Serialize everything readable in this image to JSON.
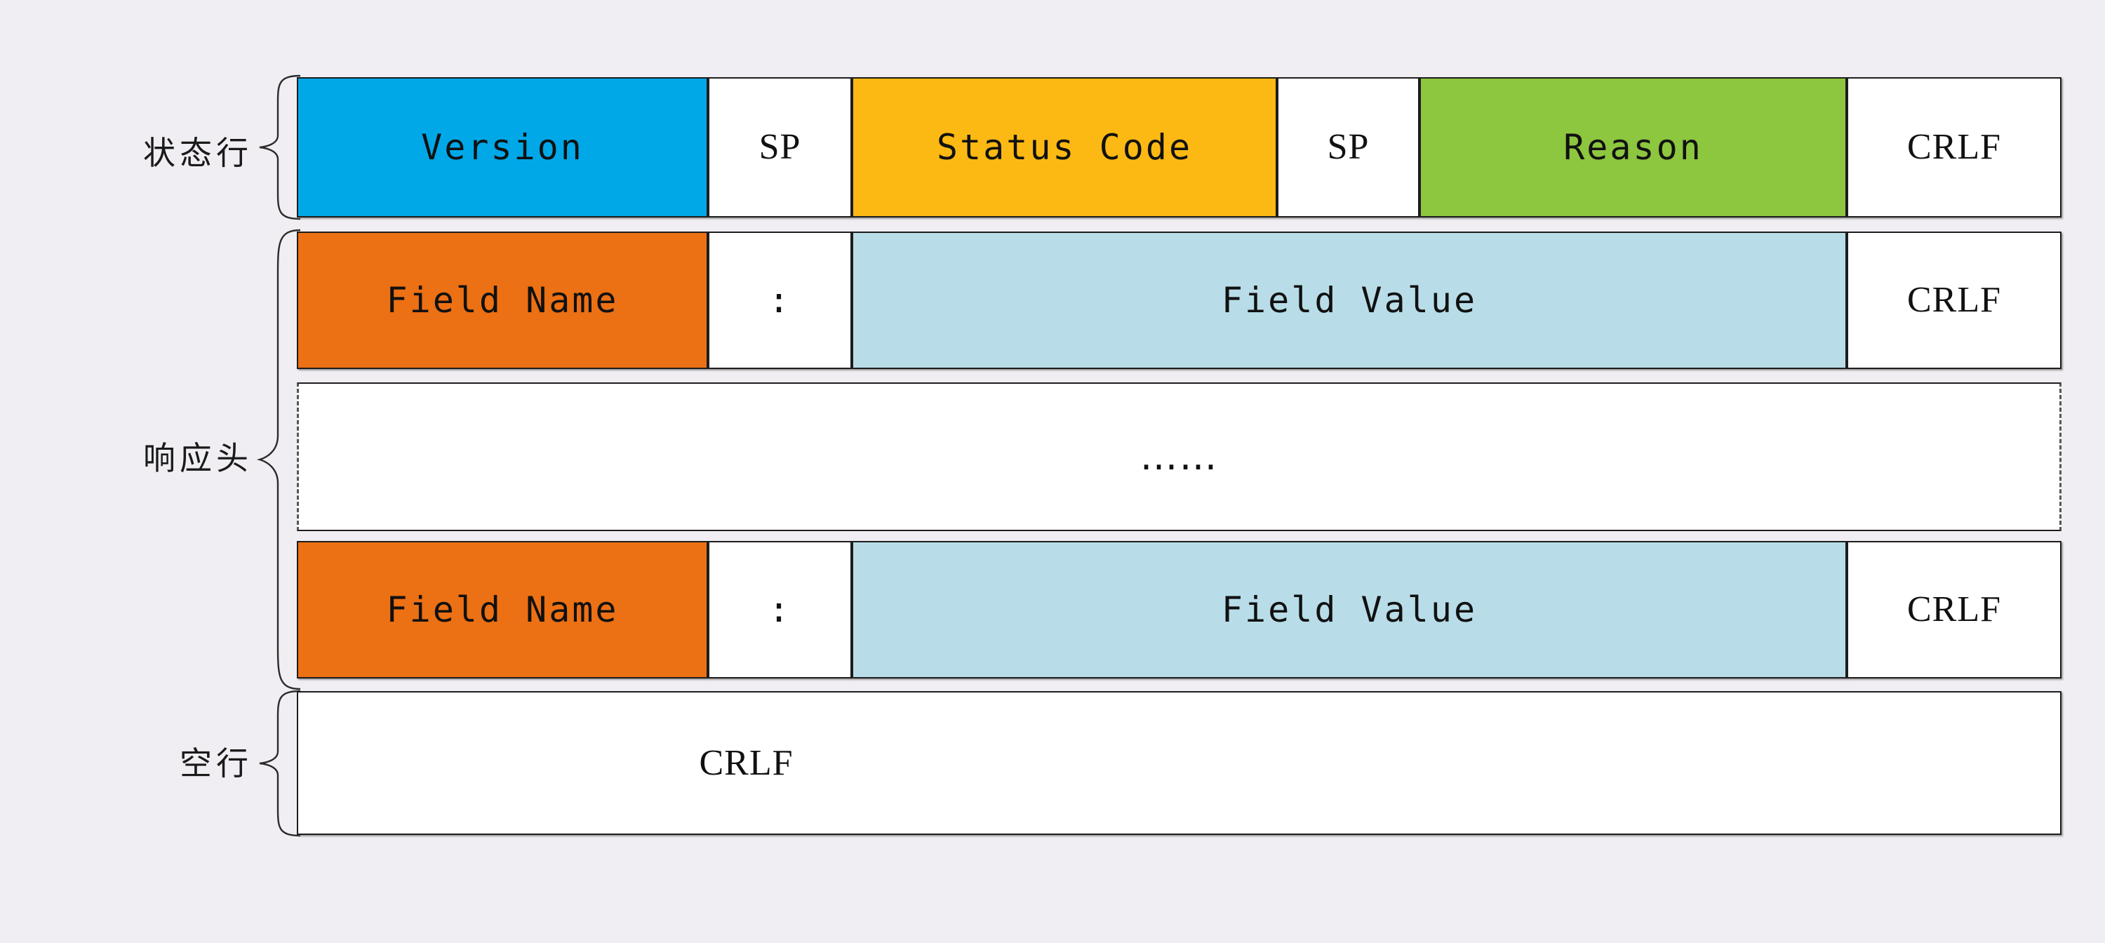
{
  "diagram": {
    "title": "HTTP Response Message Structure",
    "background_color": "#f0eef2"
  },
  "labels": [
    {
      "id": "status-line",
      "text": "状态行"
    },
    {
      "id": "response-headers",
      "text": "响应头"
    },
    {
      "id": "blank-line",
      "text": "空行"
    }
  ],
  "colors": {
    "version": "#00a8e8",
    "status_code": "#fdb913",
    "reason": "#8dc63f",
    "field_name": "#ec7014",
    "field_value": "#b8dde8",
    "white": "#ffffff",
    "border": "#1d1d1d",
    "dashed_border": "#555555"
  },
  "rows": [
    {
      "id": "status-line-row",
      "cells": [
        {
          "id": "version",
          "label": "Version",
          "color": "#00a8e8"
        },
        {
          "id": "sp-1",
          "label": "SP",
          "color": "#ffffff"
        },
        {
          "id": "status-code",
          "label": "Status Code",
          "color": "#fdb913"
        },
        {
          "id": "sp-2",
          "label": "SP",
          "color": "#ffffff"
        },
        {
          "id": "reason",
          "label": "Reason",
          "color": "#8dc63f"
        },
        {
          "id": "crlf-1",
          "label": "CRLF",
          "color": "#ffffff"
        }
      ]
    },
    {
      "id": "header-row-1",
      "cells": [
        {
          "id": "field-name-1",
          "label": "Field Name",
          "color": "#ec7014"
        },
        {
          "id": "colon-1",
          "label": ":",
          "color": "#ffffff"
        },
        {
          "id": "field-value-1",
          "label": "Field Value",
          "color": "#b8dde8"
        },
        {
          "id": "crlf-2",
          "label": "CRLF",
          "color": "#ffffff"
        }
      ]
    },
    {
      "id": "ellipsis-row",
      "cells": [
        {
          "id": "ellipsis",
          "label": "……",
          "color": "#ffffff"
        }
      ]
    },
    {
      "id": "header-row-2",
      "cells": [
        {
          "id": "field-name-2",
          "label": "Field Name",
          "color": "#ec7014"
        },
        {
          "id": "colon-2",
          "label": ":",
          "color": "#ffffff"
        },
        {
          "id": "field-value-2",
          "label": "Field Value",
          "color": "#b8dde8"
        },
        {
          "id": "crlf-3",
          "label": "CRLF",
          "color": "#ffffff"
        }
      ]
    },
    {
      "id": "blank-line-row",
      "cells": [
        {
          "id": "crlf-4",
          "label": "CRLF",
          "color": "#ffffff"
        }
      ]
    }
  ]
}
